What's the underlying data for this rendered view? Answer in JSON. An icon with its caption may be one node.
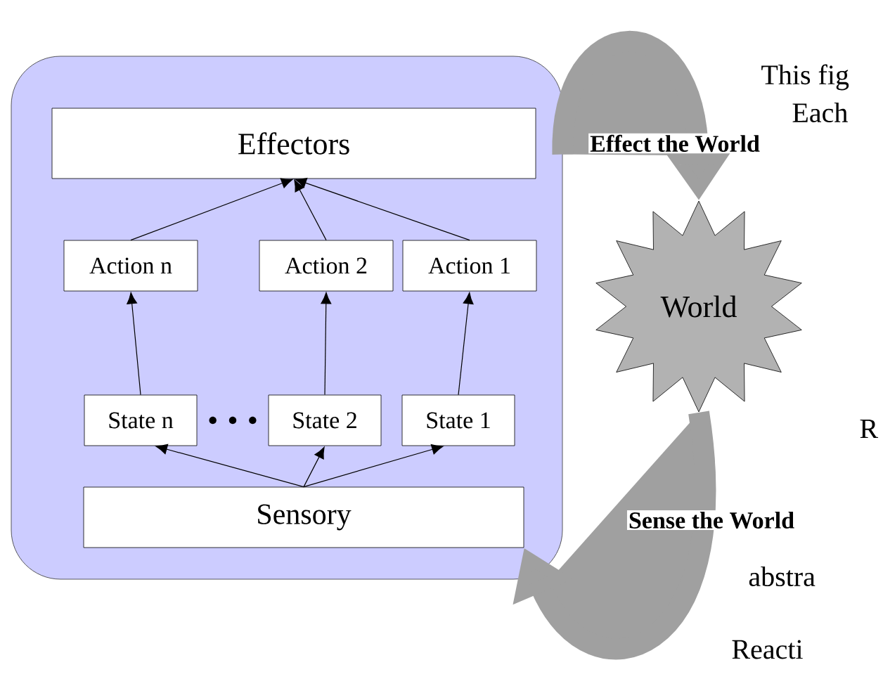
{
  "diagram": {
    "nodes": [
      {
        "text": [],
        "shape": "box"
      },
      {
        "text": [
          "Effectors"
        ],
        "in": 0
      },
      {
        "text": [
          "Action n"
        ],
        "in": 0
      },
      {
        "text": [
          "Action 2"
        ],
        "in": 0
      },
      {
        "text": [
          "Action 1"
        ],
        "in": 0
      },
      {
        "text": [
          "State n"
        ],
        "in": 0
      },
      {
        "text": [
          "State 2"
        ],
        "in": 0
      },
      {
        "text": [
          "State 1"
        ],
        "in": 0
      },
      {
        "text": [
          "Sensory"
        ],
        "in": 0
      },
      {
        "text": [
          "World"
        ]
      }
    ],
    "edges": [
      {
        "from": 2,
        "to": 1,
        "arrow": "to"
      },
      {
        "from": 3,
        "to": 1,
        "arrow": "to"
      },
      {
        "from": 4,
        "to": 1,
        "arrow": "to"
      },
      {
        "from": 5,
        "to": 2,
        "arrow": "to"
      },
      {
        "from": 6,
        "to": 3,
        "arrow": "to"
      },
      {
        "from": 7,
        "to": 4,
        "arrow": "to"
      },
      {
        "from": 8,
        "to": 5,
        "arrow": "to"
      },
      {
        "from": 8,
        "to": 6,
        "arrow": "to"
      },
      {
        "from": 8,
        "to": 7,
        "arrow": "to"
      },
      {
        "from": 0,
        "to": 9,
        "arrow": "to",
        "label": "Effect the World",
        "style": "thick",
        "color": "#a0a0a0"
      },
      {
        "from": 9,
        "to": 8,
        "arrow": "to",
        "label": "Sense the World",
        "style": "thick",
        "color": "#a0a0a0"
      }
    ],
    "labels": [
      "This fig",
      "Each",
      "R",
      "abstra",
      "Reacti"
    ]
  }
}
